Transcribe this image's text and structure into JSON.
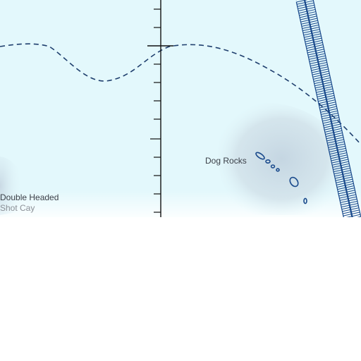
{
  "map": {
    "labels": {
      "dog_rocks": "Dog Rocks",
      "double_headed_line1": "Double Headed",
      "double_headed_line2": "Shot Cay"
    },
    "colors": {
      "water": "#e3f8fc",
      "bank_shade": "#c5d6e2",
      "island_outline": "#1a4a8c",
      "boundary_line": "#1f3f6e",
      "scale_bar": "#1a4a8c",
      "label_primary": "#3a3f47",
      "label_secondary": "#8a8f96"
    }
  }
}
